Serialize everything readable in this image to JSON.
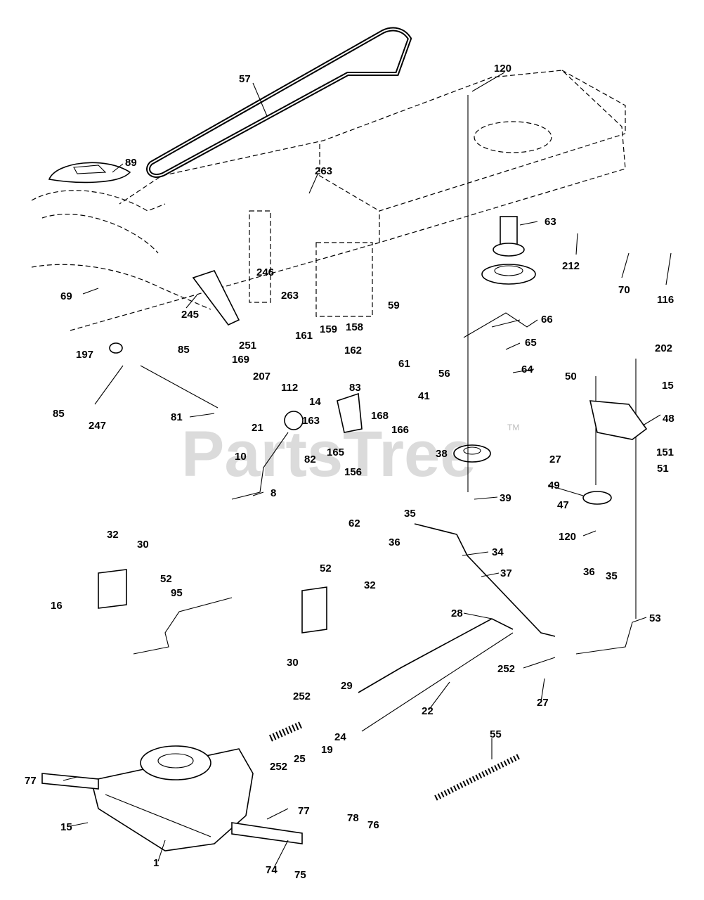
{
  "watermark": {
    "text": "PartsTree",
    "tm": "TM"
  },
  "labels": [
    "57",
    "120",
    "89",
    "263",
    "63",
    "212",
    "70",
    "116",
    "246",
    "69",
    "245",
    "263",
    "251",
    "66",
    "59",
    "161",
    "159",
    "158",
    "65",
    "197",
    "85",
    "162",
    "169",
    "207",
    "61",
    "56",
    "64",
    "202",
    "50",
    "15",
    "48",
    "112",
    "83",
    "41",
    "14",
    "85",
    "247",
    "81",
    "163",
    "168",
    "166",
    "21",
    "82",
    "165",
    "156",
    "38",
    "27",
    "151",
    "51",
    "10",
    "8",
    "49",
    "39",
    "47",
    "62",
    "35",
    "36",
    "120",
    "34",
    "32",
    "30",
    "52",
    "37",
    "52",
    "32",
    "36",
    "35",
    "16",
    "95",
    "28",
    "53",
    "30",
    "252",
    "27",
    "29",
    "22",
    "252",
    "24",
    "19",
    "25",
    "252",
    "55",
    "77",
    "77",
    "78",
    "76",
    "15",
    "74",
    "75",
    "1"
  ]
}
